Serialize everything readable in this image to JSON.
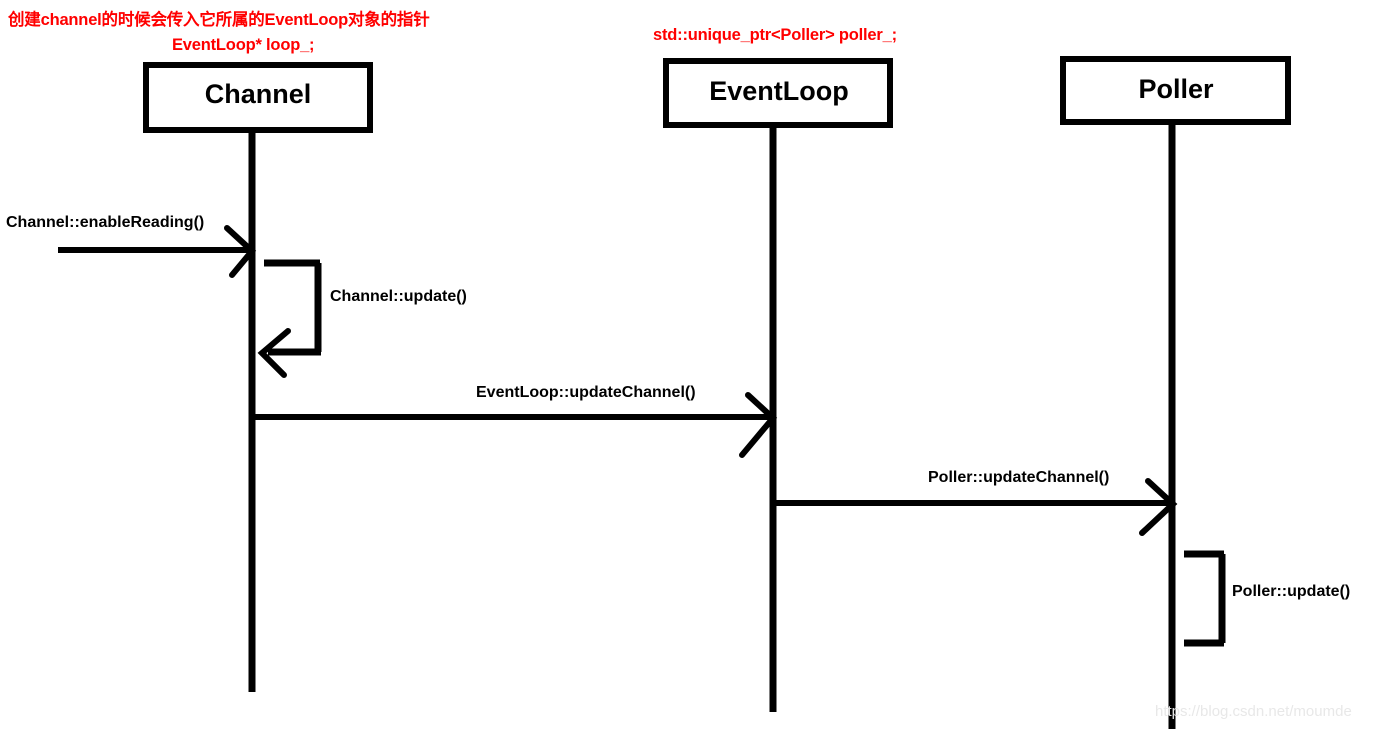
{
  "diagram": {
    "type": "uml-sequence-diagram",
    "background_color": "#ffffff",
    "stroke_color": "#000000",
    "annotation_color": "#ff0000",
    "watermark": "https://blog.csdn.net/moumde"
  },
  "participants": [
    {
      "id": "channel",
      "label": "Channel",
      "annotations": [
        "创建channel的时候会传入它所属的EventLoop对象的指针",
        "EventLoop* loop_;"
      ]
    },
    {
      "id": "eventloop",
      "label": "EventLoop",
      "annotations": [
        "std::unique_ptr<Poller> poller_;"
      ]
    },
    {
      "id": "poller",
      "label": "Poller",
      "annotations": []
    }
  ],
  "annotations": {
    "channel_note_line1": "创建channel的时候会传入它所属的EventLoop对象的指针",
    "channel_note_line2": "EventLoop* loop_;",
    "eventloop_note": "std::unique_ptr<Poller> poller_;"
  },
  "messages": [
    {
      "id": "m1",
      "label": "Channel::enableReading()",
      "from": "external",
      "to": "channel",
      "kind": "call"
    },
    {
      "id": "m2",
      "label": "Channel::update()",
      "from": "channel",
      "to": "channel",
      "kind": "self-call"
    },
    {
      "id": "m3",
      "label": "EventLoop::updateChannel()",
      "from": "channel",
      "to": "eventloop",
      "kind": "call"
    },
    {
      "id": "m4",
      "label": "Poller::updateChannel()",
      "from": "eventloop",
      "to": "poller",
      "kind": "call"
    },
    {
      "id": "m5",
      "label": "Poller::update()",
      "from": "poller",
      "to": "poller",
      "kind": "self-call"
    }
  ]
}
